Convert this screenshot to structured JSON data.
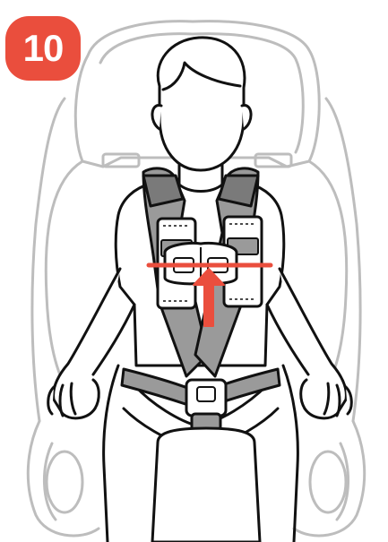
{
  "step": {
    "number": "10"
  },
  "colors": {
    "badge": "#ea4e3d",
    "arrow": "#ea4e3d",
    "outline": "#111111",
    "seat_line": "#bdbdbd",
    "strap": "#9a9a9a",
    "strap_dark": "#5c5c5c"
  },
  "icons": {
    "step_badge": "rounded-square-number",
    "direction": "arrow-up"
  }
}
